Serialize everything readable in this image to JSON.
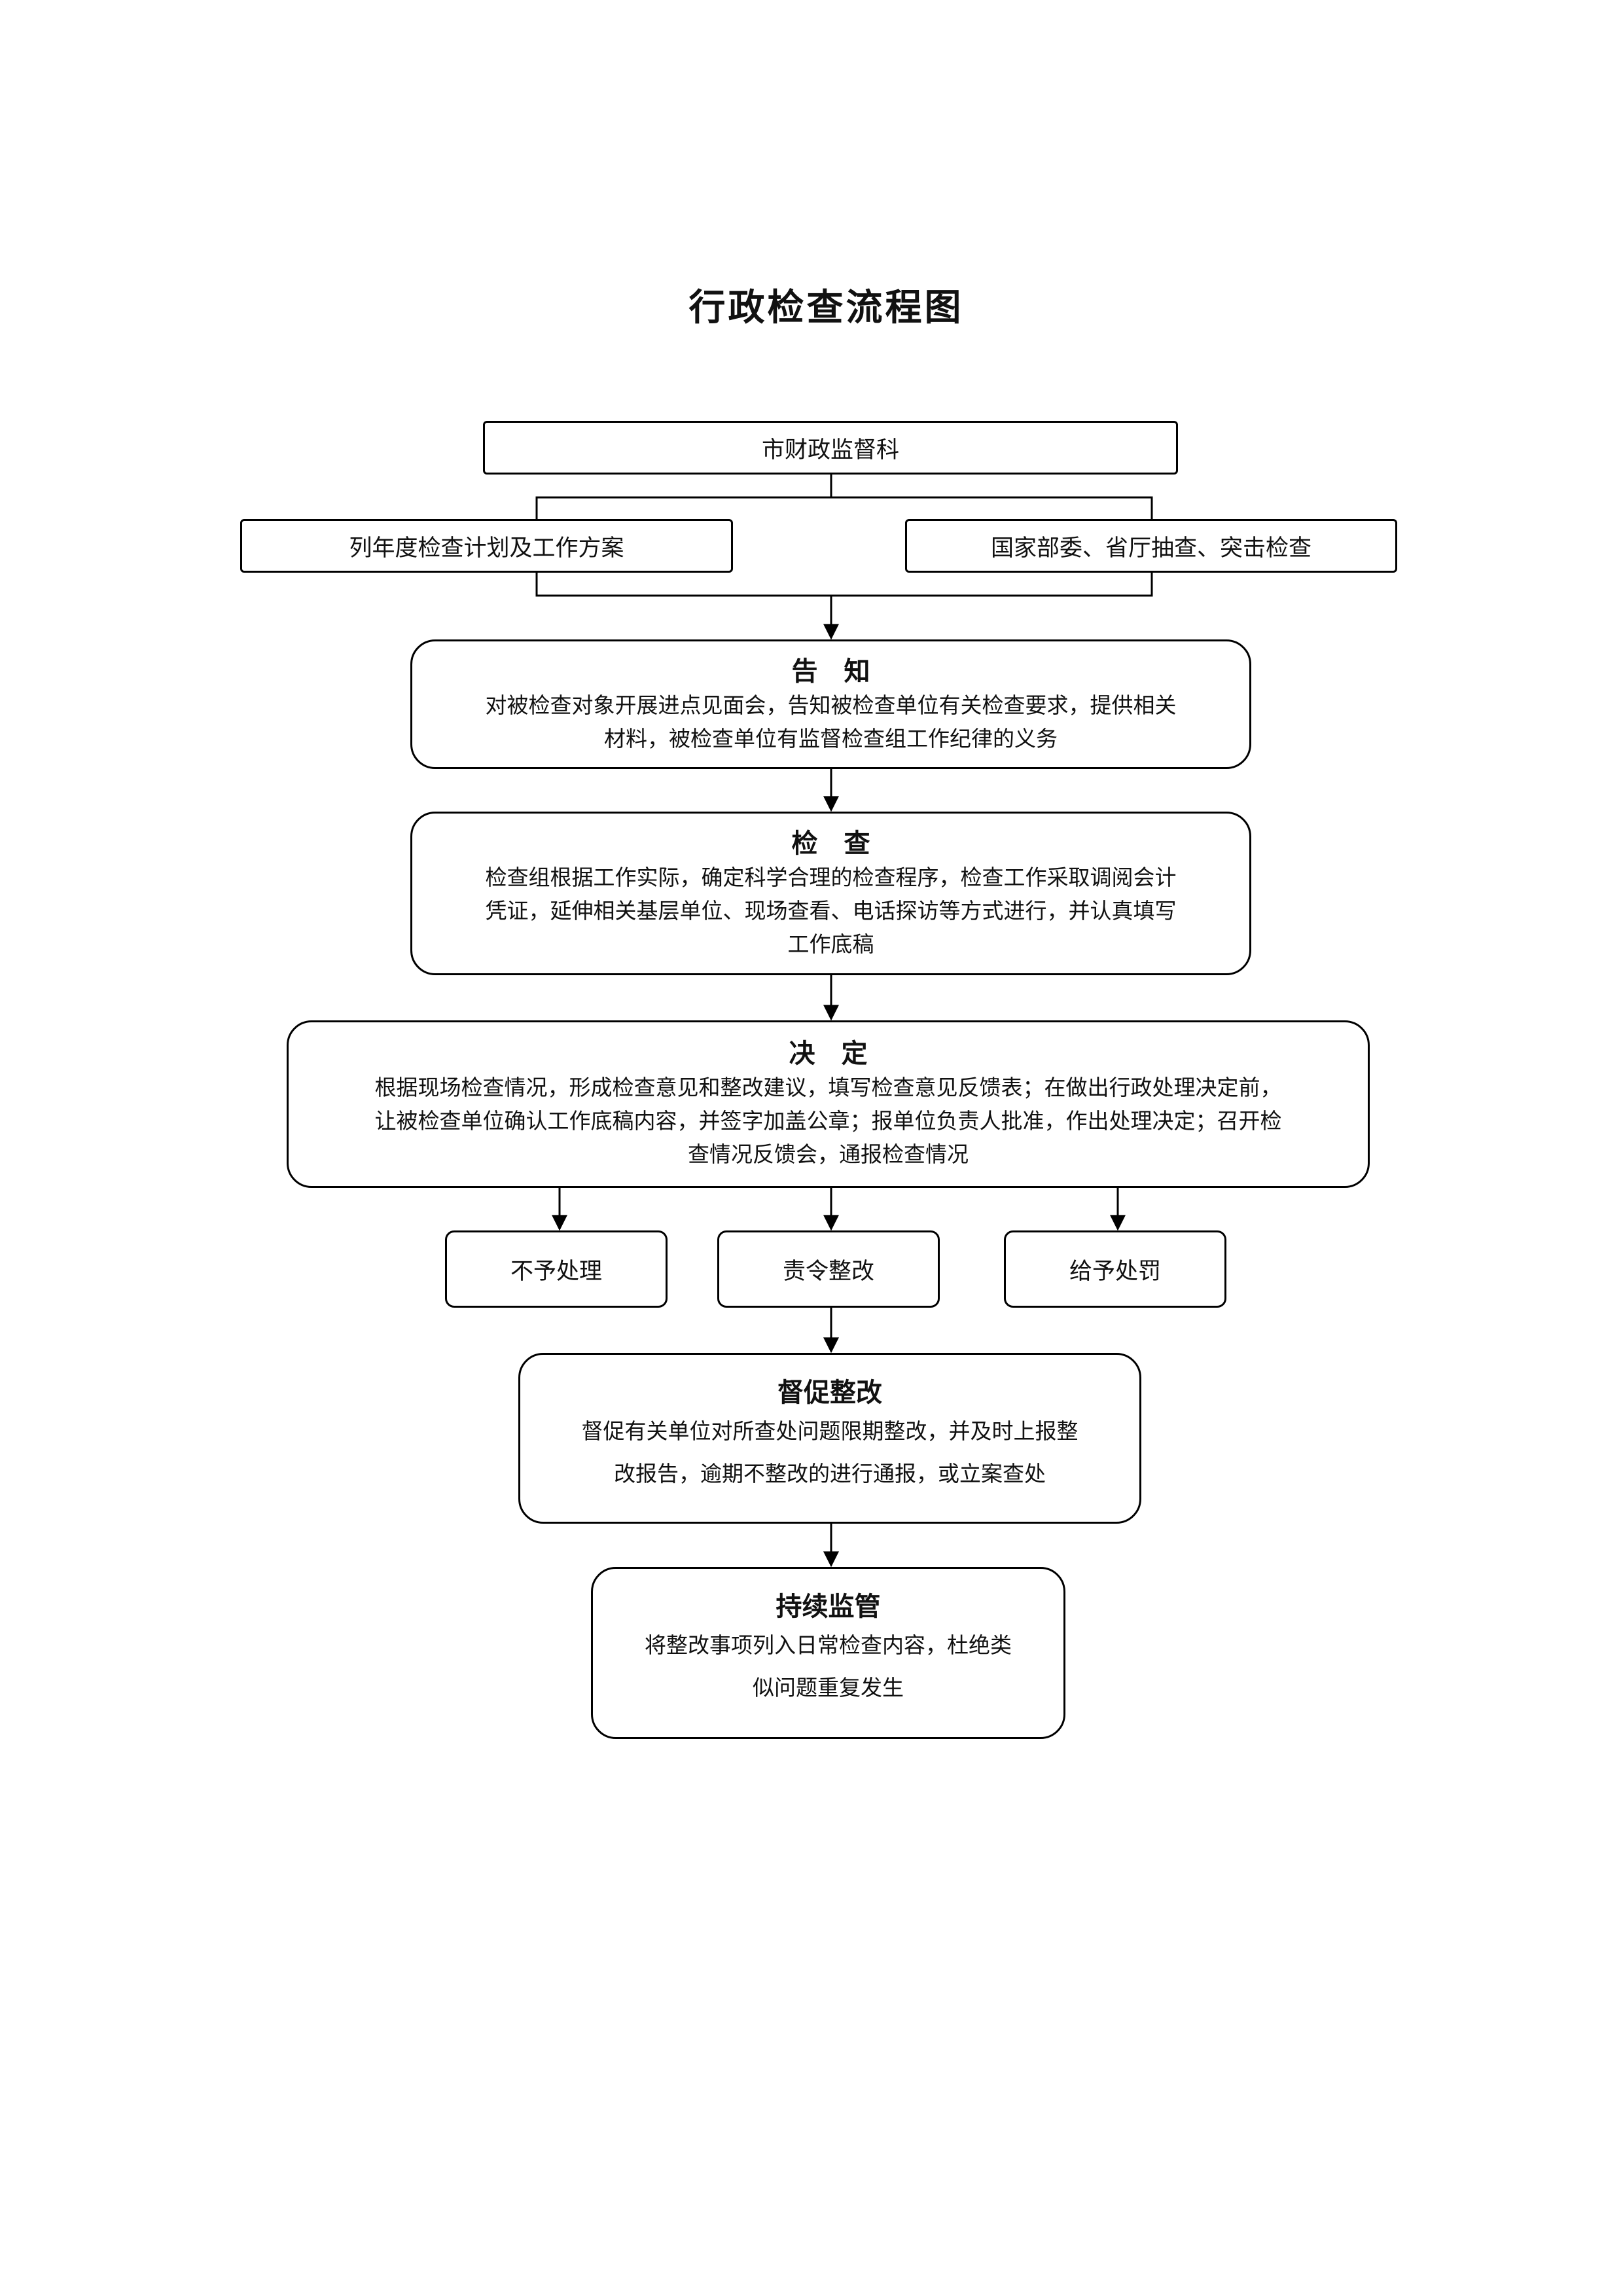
{
  "title": "行政检查流程图",
  "top": {
    "label": "市财政监督科"
  },
  "sources": [
    {
      "label": "列年度检查计划及工作方案"
    },
    {
      "label": "国家部委、省厅抽查、突击检查"
    }
  ],
  "steps": {
    "notify": {
      "title": "告　知",
      "lines": [
        "对被检查对象开展进点见面会，告知被检查单位有关检查要求，提供相关",
        "材料，被检查单位有监督检查组工作纪律的义务"
      ]
    },
    "inspect": {
      "title": "检　查",
      "lines": [
        "检查组根据工作实际，确定科学合理的检查程序，检查工作采取调阅会计",
        "凭证，延伸相关基层单位、现场查看、电话探访等方式进行，并认真填写",
        "工作底稿"
      ]
    },
    "decide": {
      "title": "决　定",
      "lines": [
        "根据现场检查情况，形成检查意见和整改建议，填写检查意见反馈表；在做出行政处理决定前，",
        "让被检查单位确认工作底稿内容，并签字加盖公章；报单位负责人批准，作出处理决定；召开检",
        "查情况反馈会，通报检查情况"
      ]
    }
  },
  "outcomes": [
    {
      "label": "不予处理"
    },
    {
      "label": "责令整改"
    },
    {
      "label": "给予处罚"
    }
  ],
  "rectify": {
    "title": "督促整改",
    "lines": [
      "督促有关单位对所查处问题限期整改，并及时上报整",
      "改报告，逾期不整改的进行通报，或立案查处"
    ]
  },
  "supervise": {
    "title": "持续监管",
    "lines": [
      "将整改事项列入日常检查内容，杜绝类",
      "似问题重复发生"
    ]
  }
}
